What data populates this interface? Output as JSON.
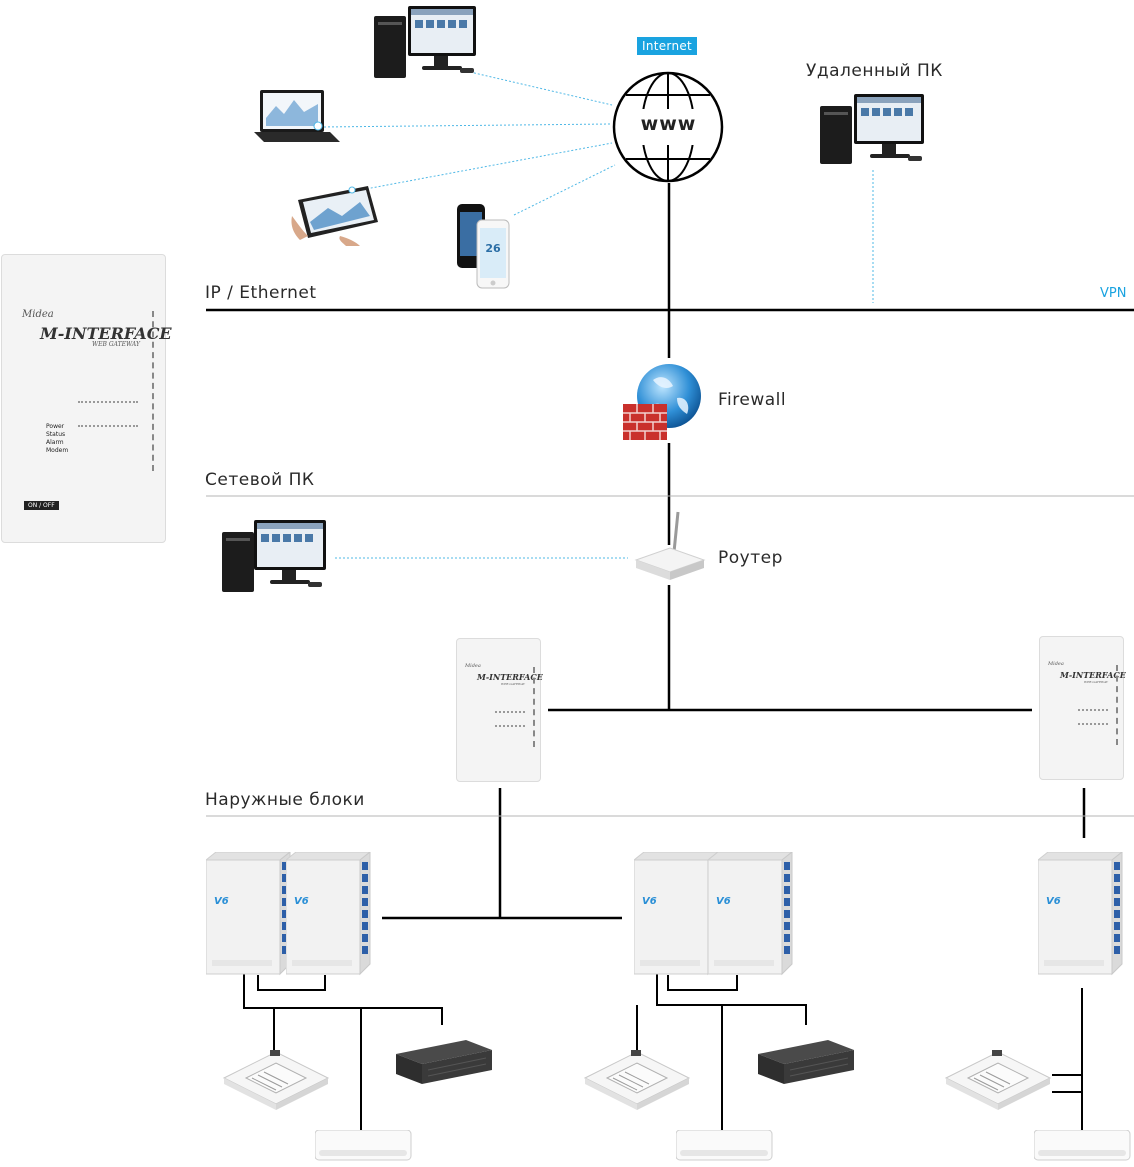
{
  "labels": {
    "internet": "Internet",
    "www": "www",
    "remote_pc": "Удаленный ПК",
    "ip_ethernet": "IP / Ethernet",
    "vpn": "VPN",
    "firewall": "Firewall",
    "network_pc": "Сетевой ПК",
    "router": "Роутер",
    "outdoor_units": "Наружные блоки"
  },
  "gateway": {
    "brand": "Midea",
    "title": "M-INTERFACE",
    "subtitle": "WEB GATEWAY",
    "indicators": [
      "Power",
      "Status",
      "Alarm",
      "Modem"
    ],
    "switch": "ON / OFF"
  },
  "colors": {
    "accent": "#1aa3e0",
    "line": "#000000",
    "divider": "#b5b5b5",
    "dotted": "#4fb8e6"
  }
}
